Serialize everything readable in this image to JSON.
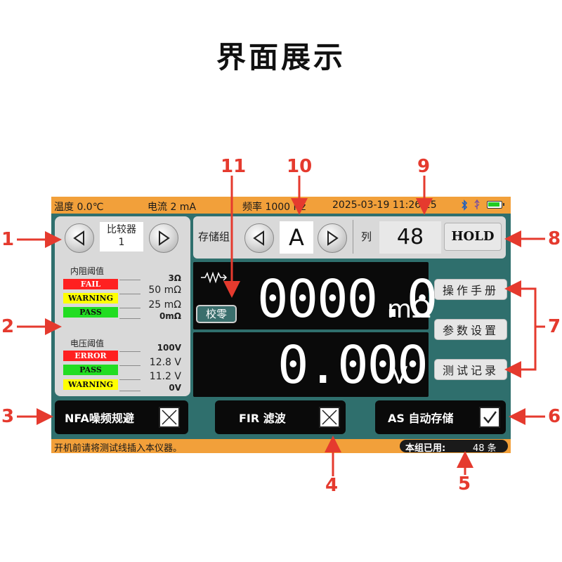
{
  "title": "界面展示",
  "status": {
    "temp": "温度  0.0℃",
    "current": "电流   2 mA",
    "freq": "频率 1000 Hz",
    "datetime": "2025-03-19  11:26:15"
  },
  "comparator": {
    "label": "比较器",
    "value": "1"
  },
  "thresholds": {
    "ir_title": "内阻阈值",
    "ir_rows": [
      {
        "tag": "FAIL",
        "value": "3Ω",
        "color": "#ff2020"
      },
      {
        "tag": "WARNING",
        "value": "50  mΩ",
        "color": "#ffff00"
      },
      {
        "tag": "PASS",
        "value": "25  mΩ",
        "color": "#22dd22"
      }
    ],
    "ir_min": "0mΩ",
    "v_title": "电压阈值",
    "v_max": "100V",
    "v_rows": [
      {
        "tag": "ERROR",
        "value": "12.8  V",
        "color": "#ff2020"
      },
      {
        "tag": "PASS",
        "value": "11.2  V",
        "color": "#22dd22"
      },
      {
        "tag": "WARNING",
        "value": "",
        "color": "#ffff00"
      }
    ],
    "v_min": "0V"
  },
  "storage": {
    "label": "存储组",
    "group": "A",
    "col_label": "列",
    "col_value": "48",
    "hold": "HOLD"
  },
  "readings": {
    "resistance": "0000.0",
    "resistance_unit": "mΩ",
    "voltage": "0.000",
    "voltage_unit": "V",
    "zero_btn": "校零"
  },
  "side_buttons": [
    "操作手册",
    "参数设置",
    "测试记录"
  ],
  "toggles": [
    {
      "label": "NFA噪频规避",
      "checked": false
    },
    {
      "label": "FIR  滤波",
      "checked": false
    },
    {
      "label": "AS  自动存储",
      "checked": true
    }
  ],
  "bottom": {
    "message": "开机前请将测试线插入本仪器。",
    "used_label": "本组已用:",
    "used_value": "48 条"
  },
  "callouts": [
    "1",
    "2",
    "3",
    "4",
    "5",
    "6",
    "7",
    "8",
    "9",
    "10",
    "11"
  ],
  "colors": {
    "accent_orange": "#f2a03a",
    "screen_teal": "#2f6f6d",
    "callout_red": "#e53a2e"
  }
}
